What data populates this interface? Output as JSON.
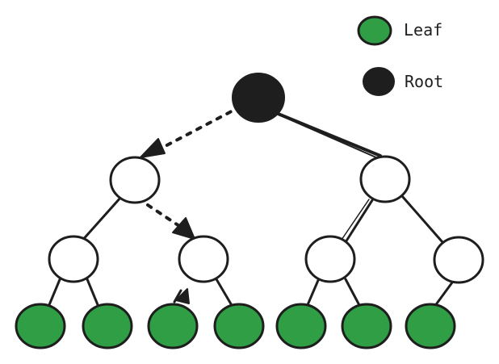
{
  "legend": {
    "leaf_label": "Leaf",
    "root_label": "Root"
  },
  "colors": {
    "leaf_fill": "#2f9e44",
    "root_fill": "#1e1e1e",
    "internal_fill": "#ffffff",
    "stroke": "#1e1e1e"
  },
  "tree": {
    "root": "root",
    "nodes": [
      {
        "id": "root",
        "kind": "root"
      },
      {
        "id": "n-left",
        "kind": "internal"
      },
      {
        "id": "n-right",
        "kind": "internal"
      },
      {
        "id": "n-ll",
        "kind": "internal"
      },
      {
        "id": "n-lr",
        "kind": "internal"
      },
      {
        "id": "n-rl",
        "kind": "internal"
      },
      {
        "id": "n-rr",
        "kind": "internal"
      },
      {
        "id": "leaf-1",
        "kind": "leaf"
      },
      {
        "id": "leaf-2",
        "kind": "leaf"
      },
      {
        "id": "leaf-3",
        "kind": "leaf"
      },
      {
        "id": "leaf-4",
        "kind": "leaf"
      },
      {
        "id": "leaf-5",
        "kind": "leaf"
      },
      {
        "id": "leaf-6",
        "kind": "leaf"
      },
      {
        "id": "leaf-7",
        "kind": "leaf"
      }
    ],
    "edges": [
      {
        "from": "root",
        "to": "n-left",
        "style": "dotted-arrow"
      },
      {
        "from": "root",
        "to": "n-right",
        "style": "solid"
      },
      {
        "from": "n-left",
        "to": "n-ll",
        "style": "solid"
      },
      {
        "from": "n-left",
        "to": "n-lr",
        "style": "dotted-arrow"
      },
      {
        "from": "n-right",
        "to": "n-rl",
        "style": "solid"
      },
      {
        "from": "n-right",
        "to": "n-rr",
        "style": "solid"
      },
      {
        "from": "n-ll",
        "to": "leaf-1",
        "style": "solid"
      },
      {
        "from": "n-ll",
        "to": "leaf-2",
        "style": "solid"
      },
      {
        "from": "n-lr",
        "to": "leaf-3",
        "style": "arrowhead"
      },
      {
        "from": "n-lr",
        "to": "leaf-4",
        "style": "solid"
      },
      {
        "from": "n-rl",
        "to": "leaf-5",
        "style": "solid"
      },
      {
        "from": "n-rl",
        "to": "leaf-6",
        "style": "solid"
      },
      {
        "from": "n-rr",
        "to": "leaf-7",
        "style": "solid"
      }
    ]
  }
}
